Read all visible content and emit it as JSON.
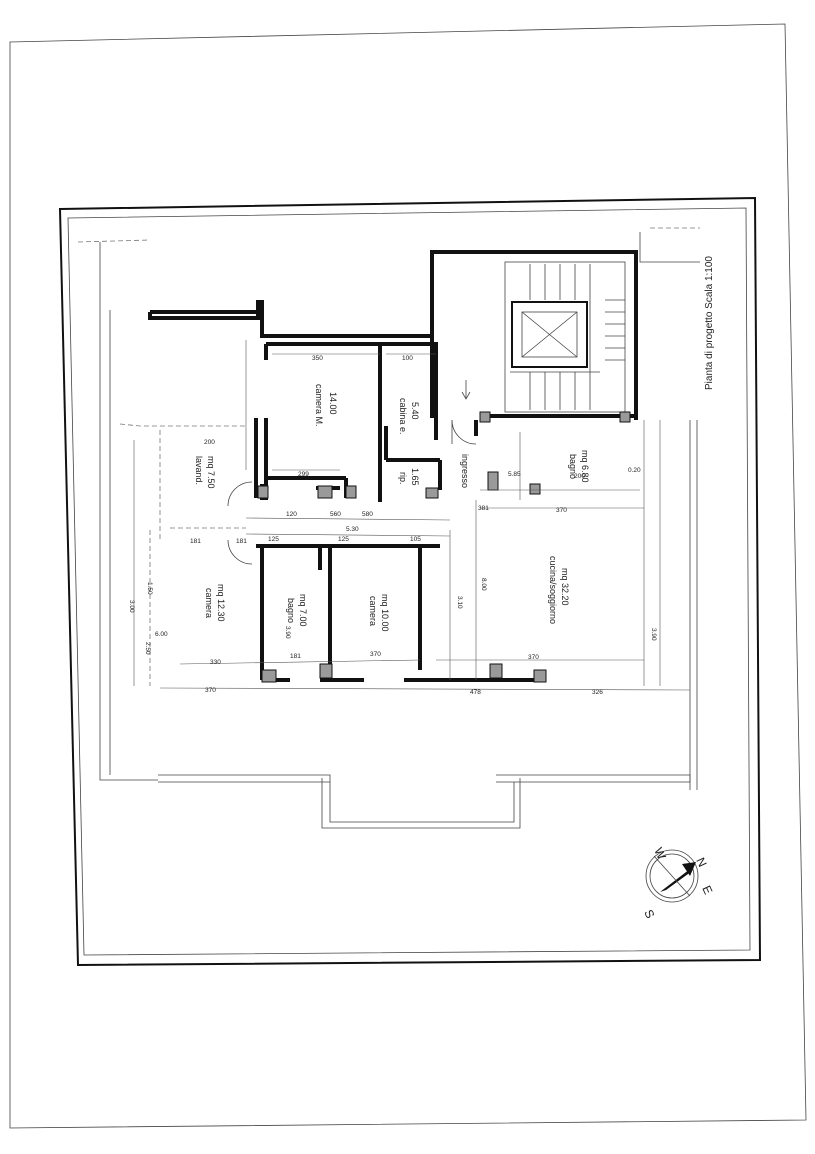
{
  "title": "Pianta di progetto Scala 1:100",
  "rooms": {
    "camera_m": {
      "name": "camera M.",
      "area": "14.00"
    },
    "cabina": {
      "name": "cabina e.",
      "area": "5.40"
    },
    "rip": {
      "name": "rip.",
      "area": "1.65"
    },
    "lavand": {
      "name": "lavand.",
      "area": "mq 7.50"
    },
    "bagno_right": {
      "name": "bagno",
      "area": "mq 6.80"
    },
    "ingresso": {
      "name": "ingresso"
    },
    "camera_left": {
      "name": "camera",
      "area": "mq 12.30"
    },
    "bagno_mid": {
      "name": "bagno",
      "area": "mq 7.00"
    },
    "camera_mid": {
      "name": "camera",
      "area": "mq 10.00"
    },
    "cucina": {
      "name": "cucina/soggiorno",
      "area": "mq 32.20"
    }
  },
  "dimensions": {
    "d350": "350",
    "d100": "100",
    "d200": "200",
    "d299": "299",
    "d120": "120",
    "d530": "5.30",
    "d560": "560",
    "d580": "580",
    "d125a": "125",
    "d125b": "125",
    "d105": "105",
    "d181a": "181",
    "d181b": "181",
    "d181c": "181",
    "d330": "330",
    "d370a": "370",
    "d370b": "370",
    "d370c": "370",
    "d370d": "370",
    "d478": "478",
    "d326": "326",
    "d310": "3.10",
    "d800": "8.00",
    "d390a": "3.90",
    "d390b": "3.90",
    "d300": "3.00",
    "d250": "2.50",
    "d020": "0.20",
    "d600": "6.00",
    "d585": "5.85",
    "d381": "381",
    "d150": "1.50"
  },
  "compass": {
    "n": "N",
    "e": "E",
    "s": "S",
    "w": "W"
  }
}
